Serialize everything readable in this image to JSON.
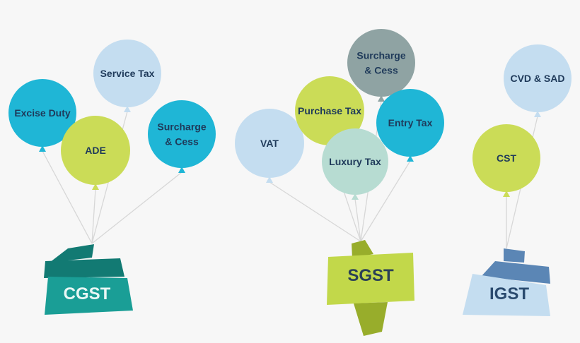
{
  "groups": [
    {
      "id": "cgst",
      "label": "CGST",
      "banner_color": "#1a9e96",
      "banner_dark": "#127a73",
      "label_color": "#e9f7f5",
      "balloons": [
        {
          "lines": [
            "Excise Duty"
          ],
          "color": "#1fb6d6"
        },
        {
          "lines": [
            "Service Tax"
          ],
          "color": "#c4ddf0"
        },
        {
          "lines": [
            "ADE"
          ],
          "color": "#cbdc57"
        },
        {
          "lines": [
            "Surcharge",
            "& Cess"
          ],
          "color": "#1fb6d6"
        }
      ]
    },
    {
      "id": "sgst",
      "label": "SGST",
      "banner_color": "#c2d84a",
      "banner_dark": "#98ad2b",
      "label_color": "#2a3f57",
      "balloons": [
        {
          "lines": [
            "VAT"
          ],
          "color": "#c4ddf0"
        },
        {
          "lines": [
            "Purchase Tax"
          ],
          "color": "#cbdc57"
        },
        {
          "lines": [
            "Surcharge",
            "& Cess"
          ],
          "color": "#8fa3a3"
        },
        {
          "lines": [
            "Entry Tax"
          ],
          "color": "#1fb6d6"
        },
        {
          "lines": [
            "Luxury Tax"
          ],
          "color": "#b7dcd2"
        }
      ]
    },
    {
      "id": "igst",
      "label": "IGST",
      "banner_color": "#c4ddf0",
      "banner_dark": "#5b86b5",
      "label_color": "#2a4a6e",
      "balloons": [
        {
          "lines": [
            "CVD & SAD"
          ],
          "color": "#c4ddf0"
        },
        {
          "lines": [
            "CST"
          ],
          "color": "#cbdc57"
        }
      ]
    }
  ]
}
